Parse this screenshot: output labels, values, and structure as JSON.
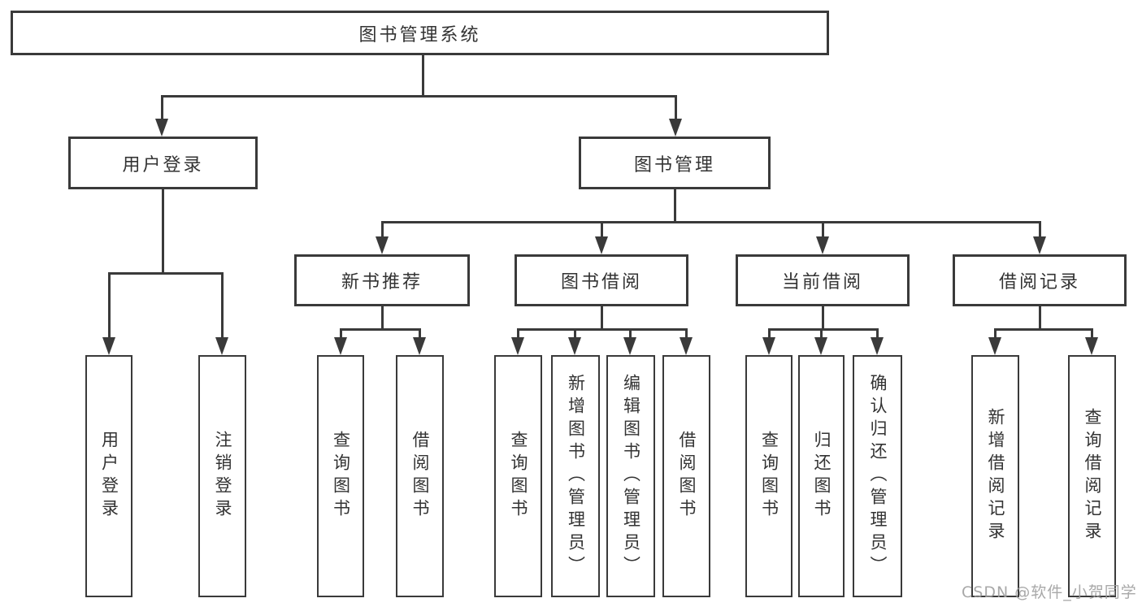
{
  "diagram_type": "hierarchy-tree",
  "tree": {
    "root": {
      "label": "图书管理系统",
      "children": [
        {
          "label": "用户登录",
          "children": [
            {
              "label": "用户登录"
            },
            {
              "label": "注销登录"
            }
          ]
        },
        {
          "label": "图书管理",
          "children": [
            {
              "label": "新书推荐",
              "children": [
                {
                  "label": "查询图书"
                },
                {
                  "label": "借阅图书"
                }
              ]
            },
            {
              "label": "图书借阅",
              "children": [
                {
                  "label": "查询图书"
                },
                {
                  "label": "新增图书（管理员）"
                },
                {
                  "label": "编辑图书（管理员）"
                },
                {
                  "label": "借阅图书"
                }
              ]
            },
            {
              "label": "当前借阅",
              "children": [
                {
                  "label": "查询图书"
                },
                {
                  "label": "归还图书"
                },
                {
                  "label": "确认归还（管理员）"
                }
              ]
            },
            {
              "label": "借阅记录",
              "children": [
                {
                  "label": "新增借阅记录"
                },
                {
                  "label": "查询借阅记录"
                }
              ]
            }
          ]
        }
      ]
    }
  },
  "watermark": {
    "text": "CSDN @软件_小贺同学"
  },
  "colors": {
    "background": "#ffffff",
    "line": "#3a3a3a",
    "box_border": "#3a3a3a",
    "text": "#333333",
    "watermark": "#9e9e9e"
  }
}
